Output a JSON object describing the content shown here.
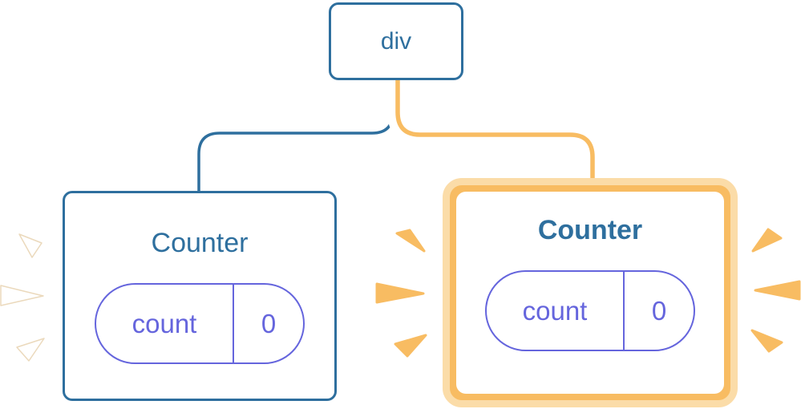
{
  "diagram": {
    "root_label": "div",
    "left_counter": {
      "title": "Counter",
      "state_key": "count",
      "state_value": "0",
      "highlighted": false
    },
    "right_counter": {
      "title": "Counter",
      "state_key": "count",
      "state_value": "0",
      "highlighted": true
    }
  },
  "colors": {
    "node_blue": "#2E6F9E",
    "state_purple": "#6565DD",
    "highlight_orange": "#F8BC62",
    "highlight_orange_light": "#FBDCA8",
    "edge_casing_white": "#FFFFFF",
    "spark_white": "#FFFFFF"
  },
  "icons": {
    "spark": "burst-spark-icon"
  }
}
